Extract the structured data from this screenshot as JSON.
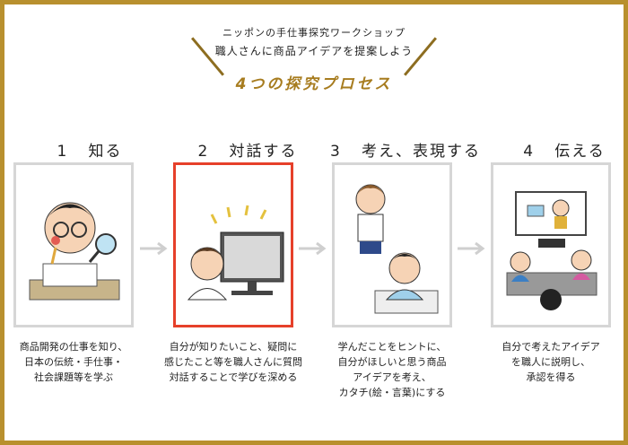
{
  "header": {
    "subtitle_top": "ニッポンの手仕事探究ワークショップ",
    "subtitle_main": "職人さんに商品アイデアを提案しよう",
    "title": "4つの探究プロセス"
  },
  "steps": [
    {
      "number": "1",
      "label": "知る",
      "desc_lines": [
        "商品開発の仕事を知り、",
        "日本の伝統・手仕事・",
        "社会課題等を学ぶ"
      ]
    },
    {
      "number": "2",
      "label": "対話する",
      "desc_lines": [
        "自分が知りたいこと、疑問に",
        "感じたこと等を職人さんに質問",
        "対話することで学びを深める"
      ]
    },
    {
      "number": "3",
      "label": "考え、表現する",
      "desc_lines": [
        "学んだことをヒントに、",
        "自分がほしいと思う商品",
        "アイデアを考え、",
        "カタチ(絵・言葉)にする"
      ]
    },
    {
      "number": "4",
      "label": "伝える",
      "desc_lines": [
        "自分で考えたアイデア",
        "を職人に説明し、",
        "承認を得る"
      ]
    }
  ],
  "colors": {
    "frame": "#b8902e",
    "title": "#a77c1f",
    "active_border": "#e6402a",
    "box_border": "#d6d6d6"
  }
}
